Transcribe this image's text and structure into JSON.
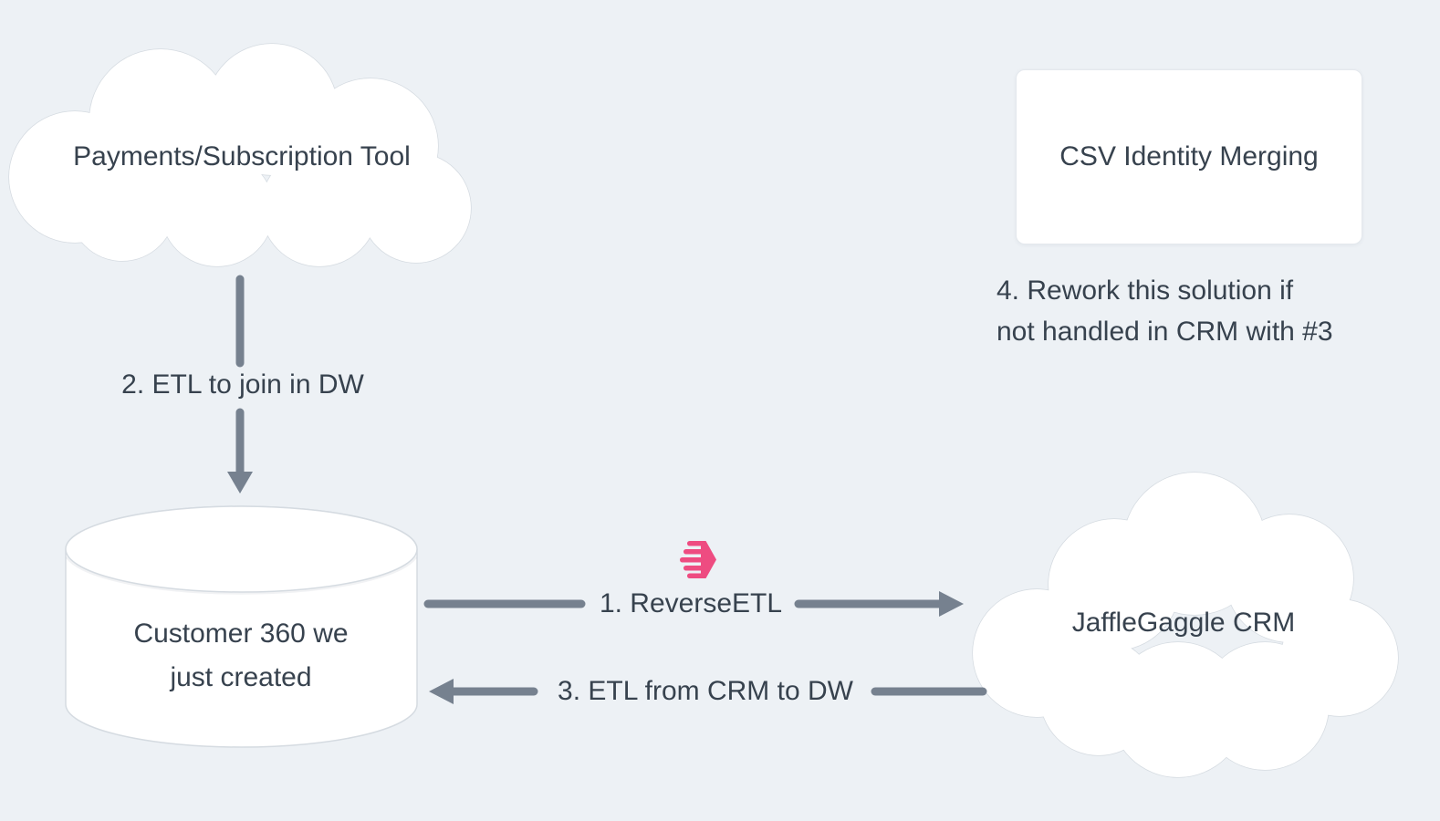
{
  "diagram": {
    "nodes": {
      "payments": {
        "label": "Payments/Subscription Tool",
        "shape": "cloud"
      },
      "csv_merge": {
        "label": "CSV Identity Merging",
        "shape": "card"
      },
      "warehouse": {
        "label_line1": "Customer 360 we",
        "label_line2": "just created",
        "shape": "database-cylinder"
      },
      "crm": {
        "label": "JaffleGaggle CRM",
        "shape": "cloud"
      }
    },
    "edges": {
      "step1": {
        "label": "1. ReverseETL",
        "from": "warehouse",
        "to": "crm",
        "direction": "right"
      },
      "step2": {
        "label": "2. ETL to join in DW",
        "from": "payments",
        "to": "warehouse",
        "direction": "down"
      },
      "step3": {
        "label": "3. ETL from CRM to DW",
        "from": "crm",
        "to": "warehouse",
        "direction": "left"
      }
    },
    "note": {
      "line1": "4. Rework this solution if",
      "line2": "not handled in CRM with #3"
    },
    "icons": {
      "hightouch": "hightouch-logo-icon"
    },
    "colors": {
      "background": "#edf1f5",
      "node_fill": "#ffffff",
      "node_stroke": "#d5dbe1",
      "text": "#37424e",
      "arrow": "#76818f",
      "accent_pink": "#ee4c81"
    }
  }
}
